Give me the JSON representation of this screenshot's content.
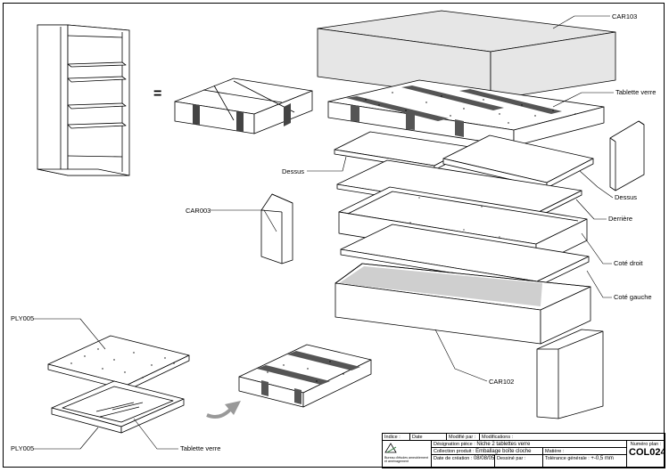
{
  "labels": {
    "car103": "CAR103",
    "tablette_verre_top": "Tablette verre",
    "dessus_left": "Dessus",
    "dessus_right": "Dessus",
    "derriere": "Derrière",
    "cote_droit": "Coté droit",
    "cote_gauche": "Coté gauche",
    "car003": "CAR003",
    "car102": "CAR102",
    "ply005_top": "PLY005",
    "ply005_bottom": "PLY005",
    "tablette_verre_bottom": "Tablette verre",
    "equals": "="
  },
  "titleblock": {
    "indice_label": "Indice :",
    "date_label": "Date",
    "modifie_label": "Modifié par :",
    "modifications_label": "Modifications :",
    "designation_label": "Désignation pièce :",
    "designation_value": "Niche 2 tablettes verre",
    "collection_label": "Collection produit :",
    "collection_value": "Emballage boîte cloche",
    "matiere_label": "Matière :",
    "date_creation_label": "Date de création :",
    "date_creation_value": "08/08/05",
    "dessine_label": "Dessiné par :",
    "tolerance_label": "Tolérance générale :",
    "tolerance_value": "+-0,5 mm",
    "numero_label": "Numéro plan :",
    "numero_value": "COL024",
    "logo_text": "Bureau d'études ameublement et aménagement"
  }
}
